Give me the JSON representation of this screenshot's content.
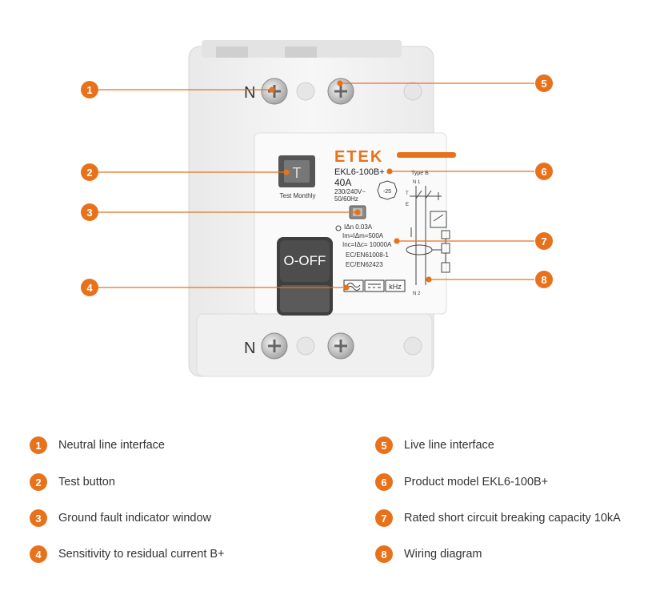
{
  "device": {
    "brand": "ETEK",
    "model": "EKL6-100B+",
    "rating": "40A",
    "voltage": "230/240V~",
    "frequency": "50/60Hz",
    "test_label": "Test Monthly",
    "switch_label": "O-OFF",
    "type_label": "Type B",
    "temp_badge": "-25",
    "idn": "IΔn 0.03A",
    "im": "Im=IΔm=500A",
    "inc": "Inc=IΔc= 10000A",
    "std1": "EC/EN61008-1",
    "std2": "EC/EN62423",
    "khz": "kHz",
    "terminal_n_top": "N",
    "terminal_n_bottom": "N",
    "diagram_top": "N  1",
    "diagram_bottom": "N  2",
    "diagram_t": "T",
    "diagram_e": "E"
  },
  "callouts": [
    {
      "num": "1",
      "label": "Neutral line interface"
    },
    {
      "num": "2",
      "label": "Test button"
    },
    {
      "num": "3",
      "label": "Ground fault indicator window"
    },
    {
      "num": "4",
      "label": "Sensitivity to residual current B+"
    },
    {
      "num": "5",
      "label": "Live line interface"
    },
    {
      "num": "6",
      "label": "Product model EKL6-100B+"
    },
    {
      "num": "7",
      "label": "Rated short circuit breaking capacity 10kA"
    },
    {
      "num": "8",
      "label": "Wiring diagram"
    }
  ],
  "colors": {
    "accent": "#e8721c",
    "body": "#f3f3f3",
    "handle": "#4a4a4a"
  }
}
